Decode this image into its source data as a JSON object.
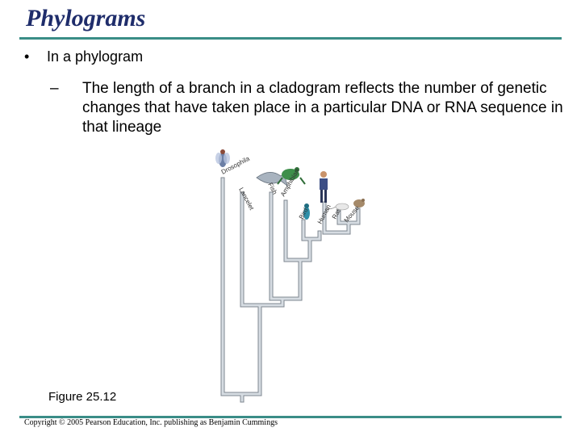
{
  "slide": {
    "title": "Phylograms",
    "bullet_marker": "•",
    "bullet_text": "In a phylogram",
    "sub_marker": "–",
    "sub_text": "The length of a branch in a cladogram reflects the number of genetic changes that have taken place in a particular DNA or RNA sequence in that lineage",
    "caption": "Figure 25.12",
    "copyright": "Copyright © 2005 Pearson Education, Inc. publishing as Benjamin Cummings"
  },
  "tree": {
    "taxa": [
      "Drosophila",
      "Lancelet",
      "Fish",
      "Amphibian",
      "Bird",
      "Human",
      "Rat",
      "Mouse"
    ],
    "branch_color": "#c9cfd6",
    "branch_edge": "#7f8790"
  }
}
